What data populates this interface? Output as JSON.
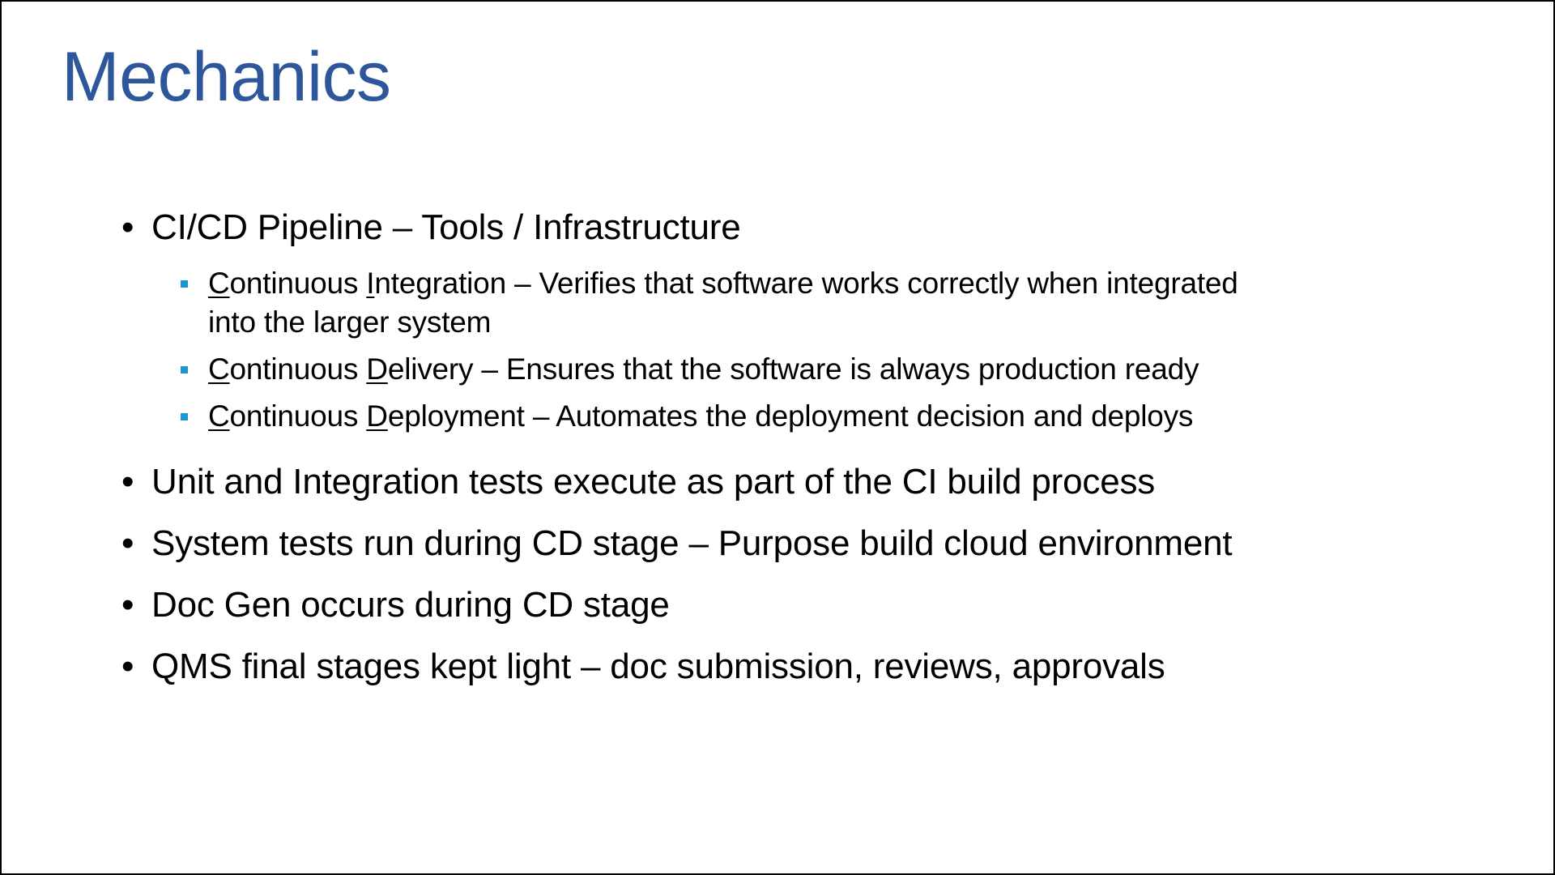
{
  "slide": {
    "title": "Mechanics",
    "colors": {
      "title": "#2E569A",
      "text": "#000000",
      "sub_bullet": "#1D97D4",
      "border": "#000000"
    },
    "bullets": [
      {
        "text": "CI/CD Pipeline – Tools / Infrastructure",
        "sub": [
          {
            "a_ul": "C",
            "a_rest": "ontinuous ",
            "b_ul": "I",
            "b_rest": "ntegration",
            "desc": " – Verifies that software works correctly when integrated into the larger system"
          },
          {
            "a_ul": "C",
            "a_rest": "ontinuous ",
            "b_ul": "D",
            "b_rest": "elivery",
            "desc": " – Ensures that the software is always production ready"
          },
          {
            "a_ul": "C",
            "a_rest": "ontinuous ",
            "b_ul": "D",
            "b_rest": "eployment",
            "desc": " – Automates the deployment decision and deploys"
          }
        ]
      },
      {
        "text": "Unit and Integration tests execute as part of the CI build process"
      },
      {
        "text": "System tests run during CD stage – Purpose build cloud environment"
      },
      {
        "text": "Doc Gen occurs during CD stage"
      },
      {
        "text": "QMS final stages kept light – doc submission, reviews, approvals"
      }
    ],
    "bullet_glyph": "•"
  }
}
